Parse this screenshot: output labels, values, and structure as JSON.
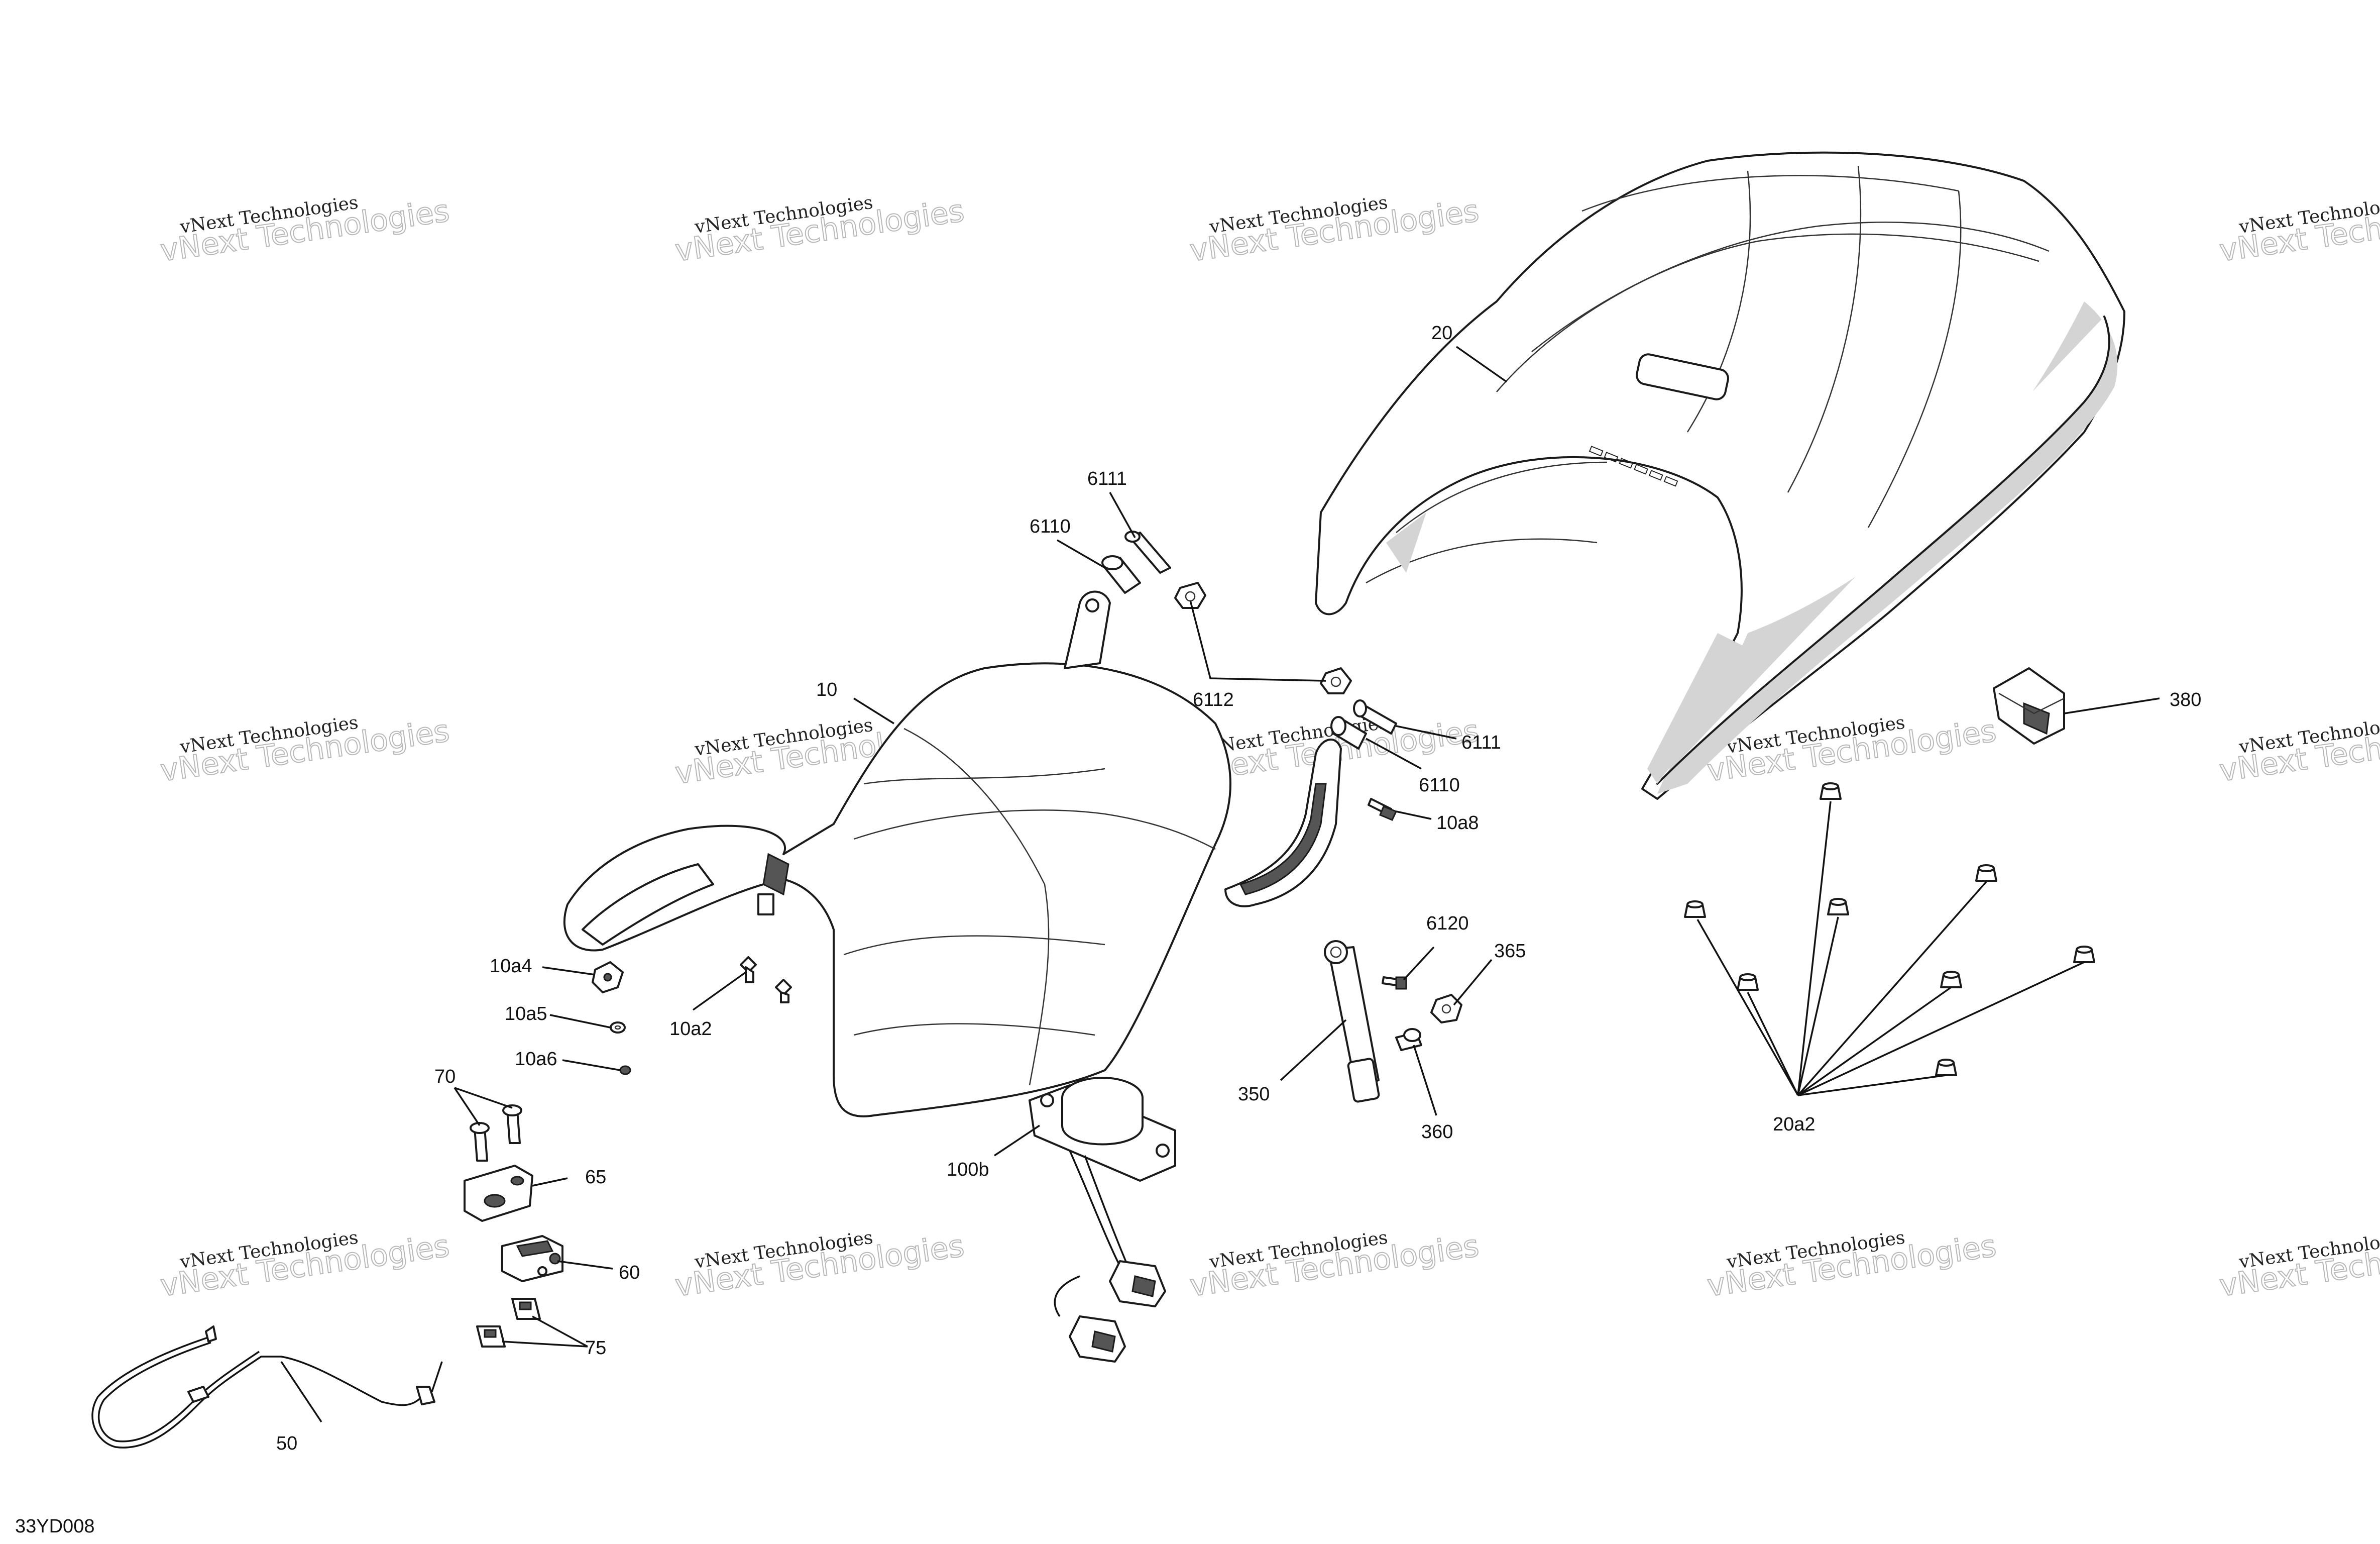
{
  "diagram": {
    "drawing_code": "33YD008",
    "watermark": {
      "primary": "vNext Technologies",
      "secondary": "vNext Technologies"
    },
    "callouts": {
      "c20": "20",
      "c10": "10",
      "c6111a": "6111",
      "c6110a": "6110",
      "c6112": "6112",
      "c6111b": "6111",
      "c6110b": "6110",
      "c10a8": "10a8",
      "c380": "380",
      "c10a4": "10a4",
      "c10a5": "10a5",
      "c10a2": "10a2",
      "c10a6": "10a6",
      "c6120": "6120",
      "c365": "365",
      "c350": "350",
      "c360": "360",
      "c20a2": "20a2",
      "c70": "70",
      "c65": "65",
      "c100b": "100b",
      "c60": "60",
      "c75": "75",
      "c50": "50"
    }
  }
}
